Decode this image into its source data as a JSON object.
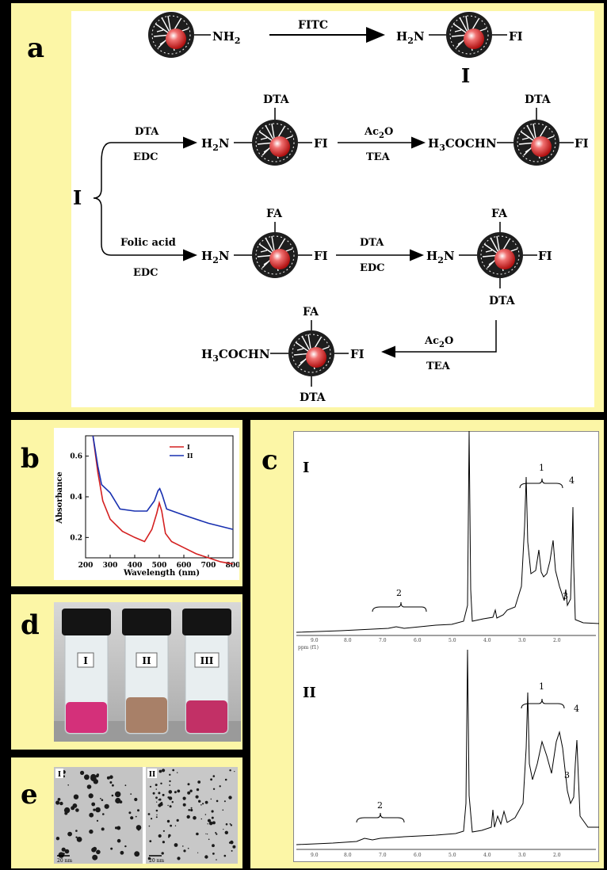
{
  "panel_labels": {
    "a": "a",
    "b": "b",
    "c": "c",
    "d": "d",
    "e": "e"
  },
  "scheme": {
    "nh2": "NH",
    "nh2_sub": "2",
    "fitc": "FITC",
    "h2n": "H",
    "h2n_sub": "2",
    "h2n_tail": "N",
    "fi": "FI",
    "compound_I": "I",
    "branch_label": "I",
    "dta": "DTA",
    "edc": "EDC",
    "ac2o": "Ac",
    "ac2o_sub": "2",
    "ac2o_tail": "O",
    "tea": "TEA",
    "h3cochn": "H",
    "h3cochn_sub": "3",
    "h3cochn_tail": "COCHN",
    "fa": "FA",
    "folic_acid": "Folic acid"
  },
  "chart_data": {
    "type": "line",
    "xlabel": "Wavelength (nm)",
    "ylabel": "Absorbance",
    "xlim": [
      200,
      800
    ],
    "ylim": [
      0.1,
      0.7
    ],
    "xticks": [
      200,
      300,
      400,
      500,
      600,
      700,
      800
    ],
    "yticks": [
      0.2,
      0.4,
      0.6
    ],
    "legend_position": "top-right",
    "series": [
      {
        "name": "I",
        "color": "#d42020",
        "points": [
          [
            230,
            0.7
          ],
          [
            250,
            0.52
          ],
          [
            270,
            0.38
          ],
          [
            300,
            0.29
          ],
          [
            350,
            0.23
          ],
          [
            400,
            0.2
          ],
          [
            440,
            0.18
          ],
          [
            470,
            0.24
          ],
          [
            490,
            0.32
          ],
          [
            500,
            0.37
          ],
          [
            510,
            0.33
          ],
          [
            525,
            0.22
          ],
          [
            550,
            0.18
          ],
          [
            600,
            0.15
          ],
          [
            650,
            0.12
          ],
          [
            700,
            0.1
          ],
          [
            750,
            0.08
          ],
          [
            800,
            0.07
          ]
        ]
      },
      {
        "name": "II",
        "color": "#1830b0",
        "points": [
          [
            230,
            0.7
          ],
          [
            250,
            0.55
          ],
          [
            265,
            0.46
          ],
          [
            300,
            0.42
          ],
          [
            340,
            0.34
          ],
          [
            400,
            0.33
          ],
          [
            450,
            0.33
          ],
          [
            480,
            0.38
          ],
          [
            495,
            0.43
          ],
          [
            502,
            0.44
          ],
          [
            512,
            0.41
          ],
          [
            530,
            0.34
          ],
          [
            600,
            0.31
          ],
          [
            700,
            0.27
          ],
          [
            800,
            0.24
          ]
        ]
      }
    ]
  },
  "nmr": {
    "spectrum_I": {
      "label": "I",
      "peak_1": "1",
      "peak_2": "2",
      "peak_3": "3",
      "peak_4": "4",
      "axis_ticks": [
        "9.0",
        "8.0",
        "7.0",
        "6.0",
        "5.0",
        "4.0",
        "3.0",
        "2.0"
      ],
      "axis_unit": "ppm (f1)"
    },
    "spectrum_II": {
      "label": "II",
      "peak_1": "1",
      "peak_2": "2",
      "peak_3": "3",
      "peak_4": "4",
      "axis_ticks": [
        "9.0",
        "8.0",
        "7.0",
        "6.0",
        "5.0",
        "4.0",
        "3.0",
        "2.0"
      ]
    }
  },
  "vials": {
    "labels": [
      "I",
      "II",
      "III"
    ],
    "colors": [
      "#d4307a",
      "#a88068",
      "#c23066"
    ]
  },
  "tem": {
    "left_label": "I",
    "right_label": "II",
    "scale_left": "20 nm",
    "scale_right": "20 nm"
  }
}
